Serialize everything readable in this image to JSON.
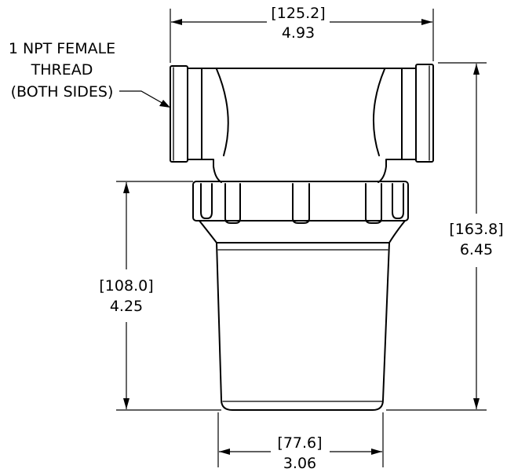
{
  "drawing": {
    "note_lines": [
      "1 NPT FEMALE",
      "THREAD",
      "(BOTH SIDES)"
    ],
    "dimensions": {
      "overall_width": {
        "mm": "[125.2]",
        "in": "4.93"
      },
      "overall_height": {
        "mm": "[163.8]",
        "in": "6.45"
      },
      "bowl_height": {
        "mm": "[108.0]",
        "in": "4.25"
      },
      "bowl_width": {
        "mm": "[77.6]",
        "in": "3.06"
      }
    }
  }
}
